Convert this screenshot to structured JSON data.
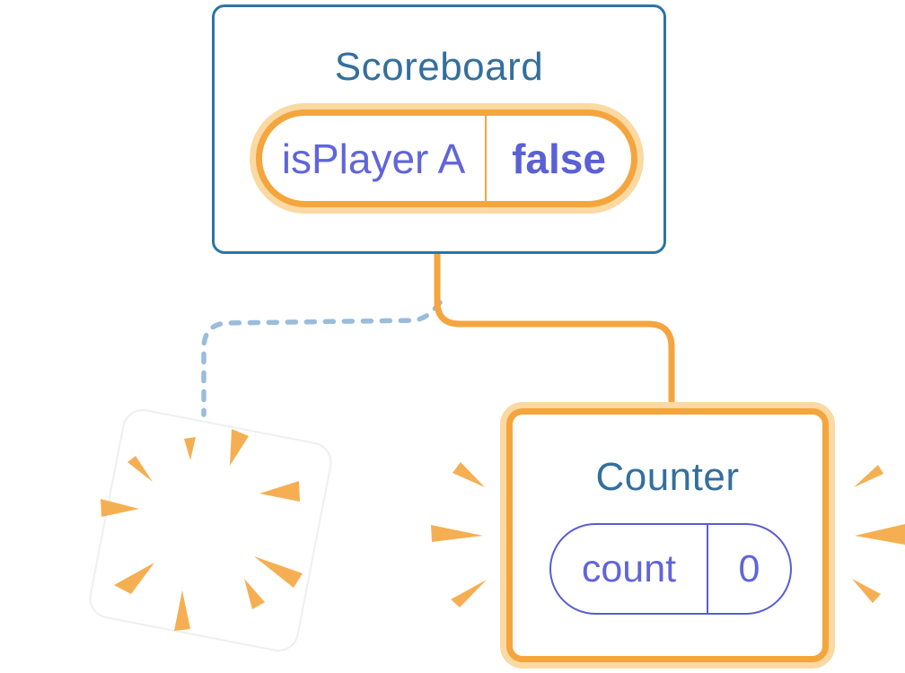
{
  "diagram": {
    "kind": "react-state-component-tree",
    "background": "#ffffff",
    "scoreboard": {
      "title": "Scoreboard",
      "state": {
        "label": "isPlayer A",
        "value": "false"
      }
    },
    "counter": {
      "title": "Counter",
      "state": {
        "label": "count",
        "value": "0"
      }
    },
    "removed_component": {
      "note": "exploding blank card, no text"
    },
    "icons": {
      "sparkle_large": "sparkle-icon",
      "sparkle_small": "sparkle-icon",
      "explosion": "explosion-burst-icon",
      "emphasis_left": "emphasis-lines-icon",
      "emphasis_right": "emphasis-lines-icon"
    },
    "colors": {
      "node_border_blue": "#2B74A8",
      "title_blue": "#336F9D",
      "accent_orange": "#F4A53D",
      "orange_glow": "#FBD9A2",
      "burst_orange": "#F5AF52",
      "state_purple": "#6065D9",
      "pill_border_purple": "#575DD0",
      "dashed_link_blue": "#9BBCDB"
    }
  }
}
